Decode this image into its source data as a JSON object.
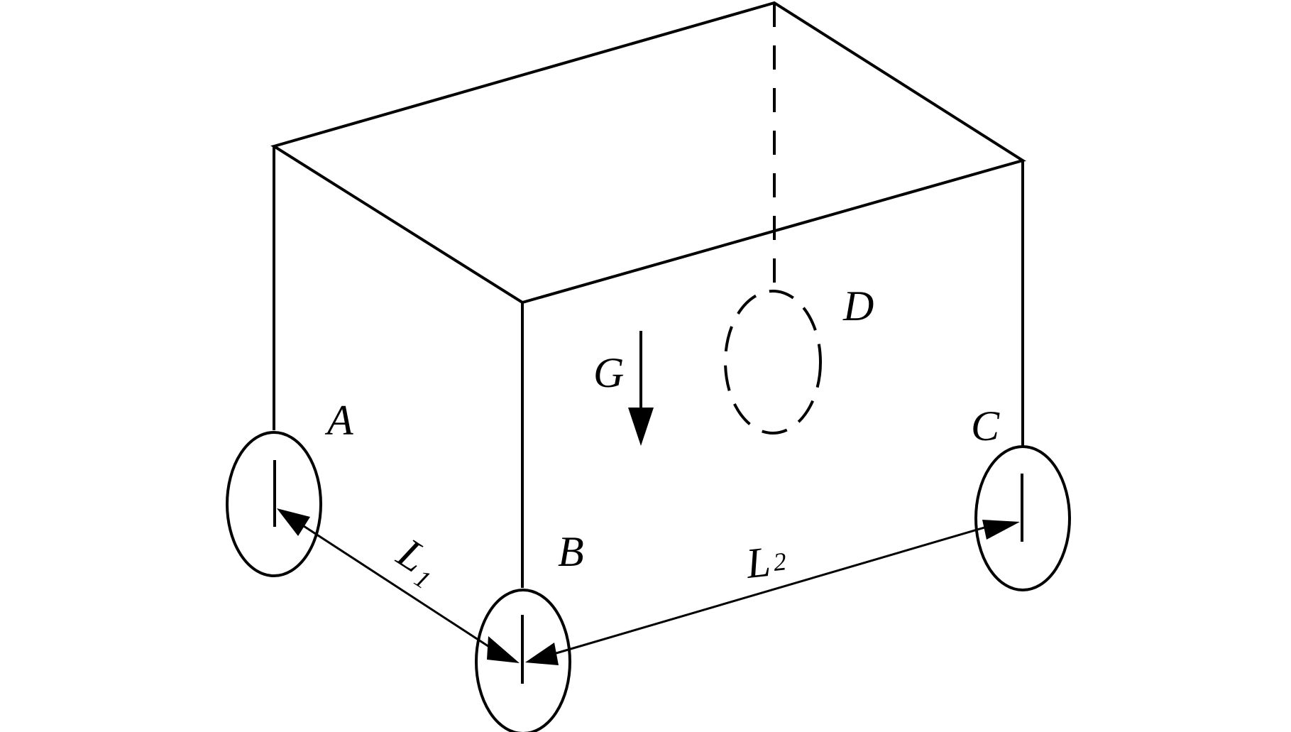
{
  "labels": {
    "wheel_a": "A",
    "wheel_b": "B",
    "wheel_c": "C",
    "wheel_d": "D",
    "gravity": "G",
    "dimension_1": "L",
    "dimension_1_sub": "1",
    "dimension_2": "L",
    "dimension_2_sub": "2"
  }
}
